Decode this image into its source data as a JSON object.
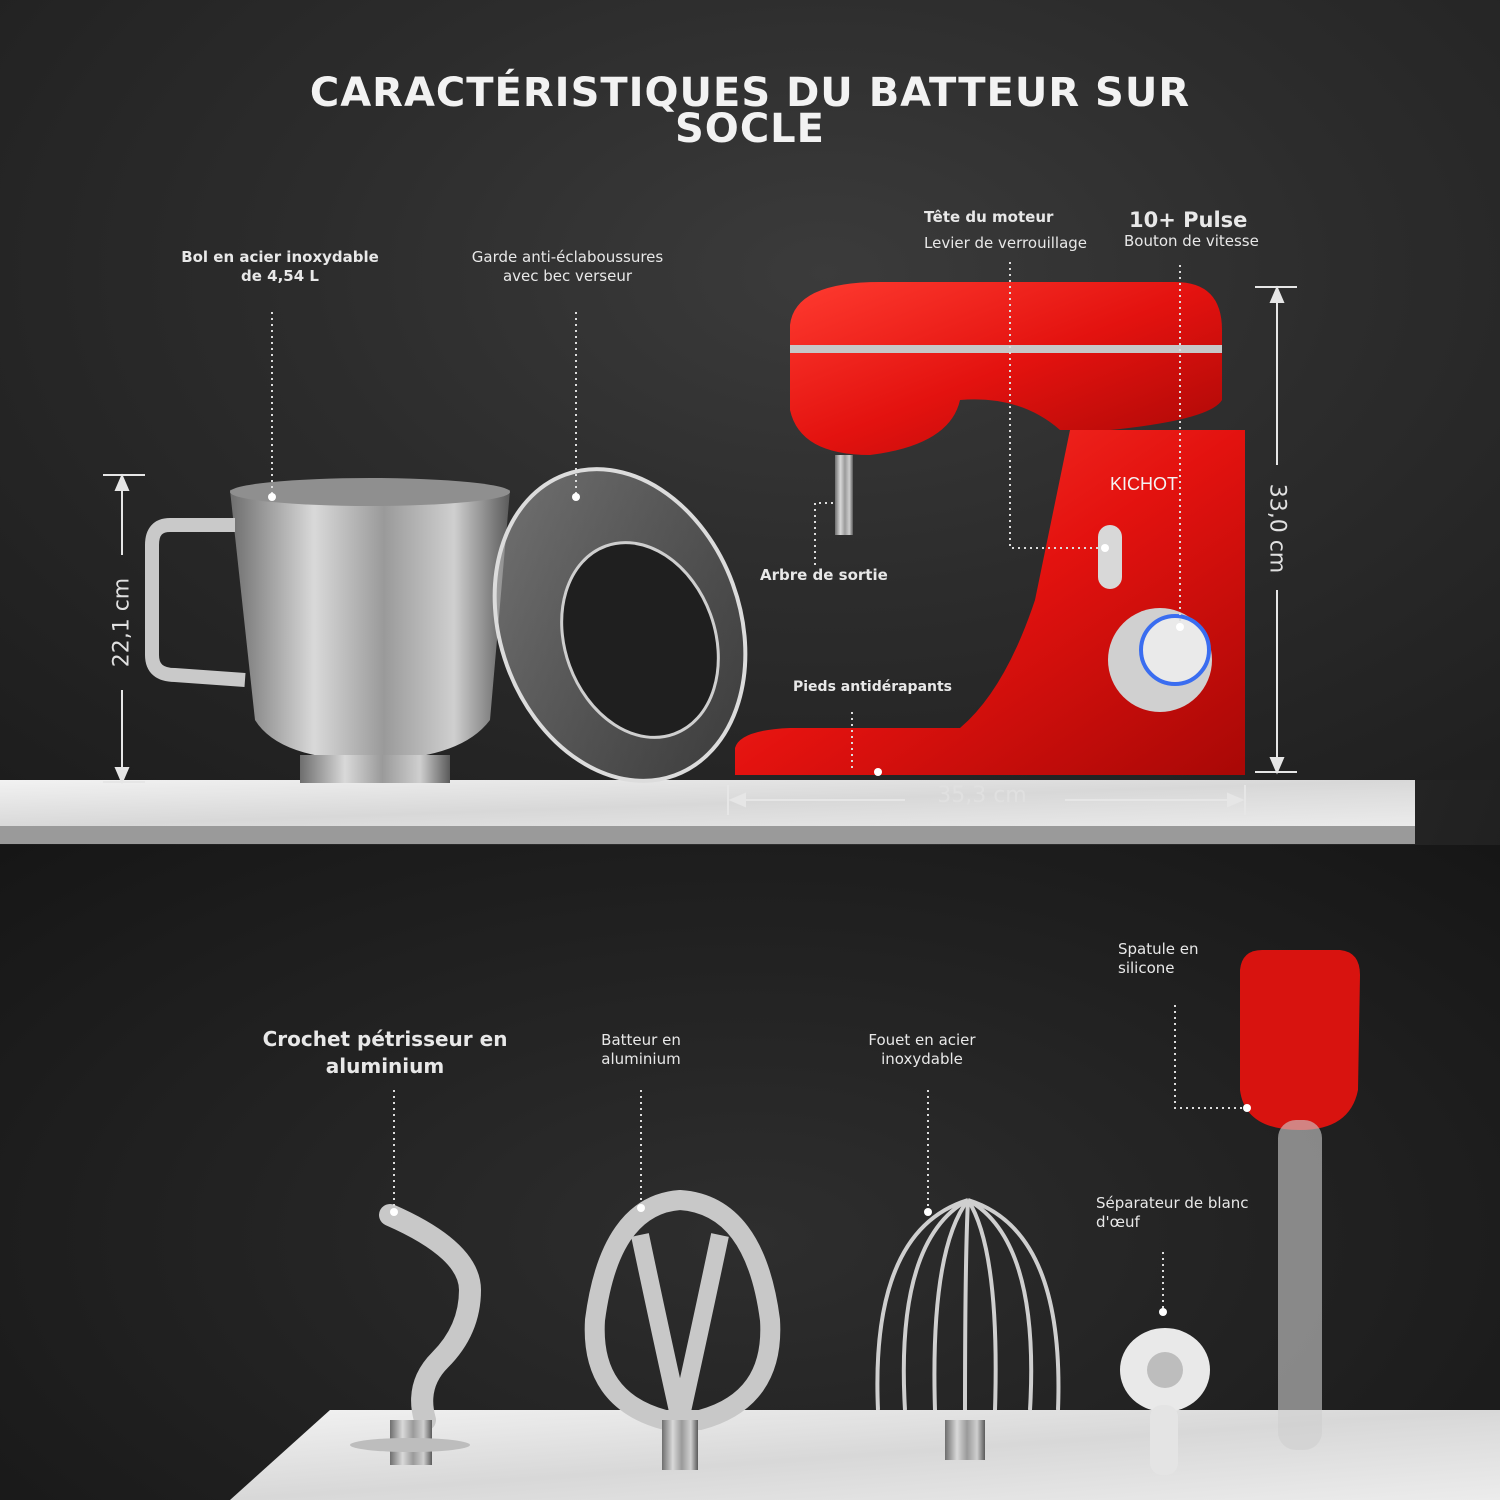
{
  "title": {
    "line1": "CARACTÉRISTIQUES DU BATTEUR SUR",
    "line2": "SOCLE"
  },
  "labels": {
    "bowl": "Bol en acier inoxydable de 4,54 L",
    "splash_guard": "Garde anti-éclaboussures avec bec verseur",
    "motor_head": "Tête du moteur",
    "lock_lever": "Levier de verrouillage",
    "pulse": "10+ Pulse",
    "speed_knob": "Bouton de vitesse",
    "output_shaft": "Arbre de sortie",
    "feet": "Pieds antidérapants",
    "dough_hook": "Crochet pétrisseur en aluminium",
    "beater": "Batteur en aluminium",
    "whisk": "Fouet en acier inoxydable",
    "spatula": "Spatule en silicone",
    "egg_separator": "Séparateur de blanc d'œuf",
    "brand": "KICHOT"
  },
  "dimensions": {
    "bowl_height": "22,1 cm",
    "mixer_height": "33,0 cm",
    "mixer_width": "35,3 cm"
  },
  "colors": {
    "mixer_red": "#e3120f",
    "wall": "#2a2a2a",
    "shelf": "#e6e6e6",
    "steel": "#b8b8b8",
    "label": "#e8e8e8"
  }
}
